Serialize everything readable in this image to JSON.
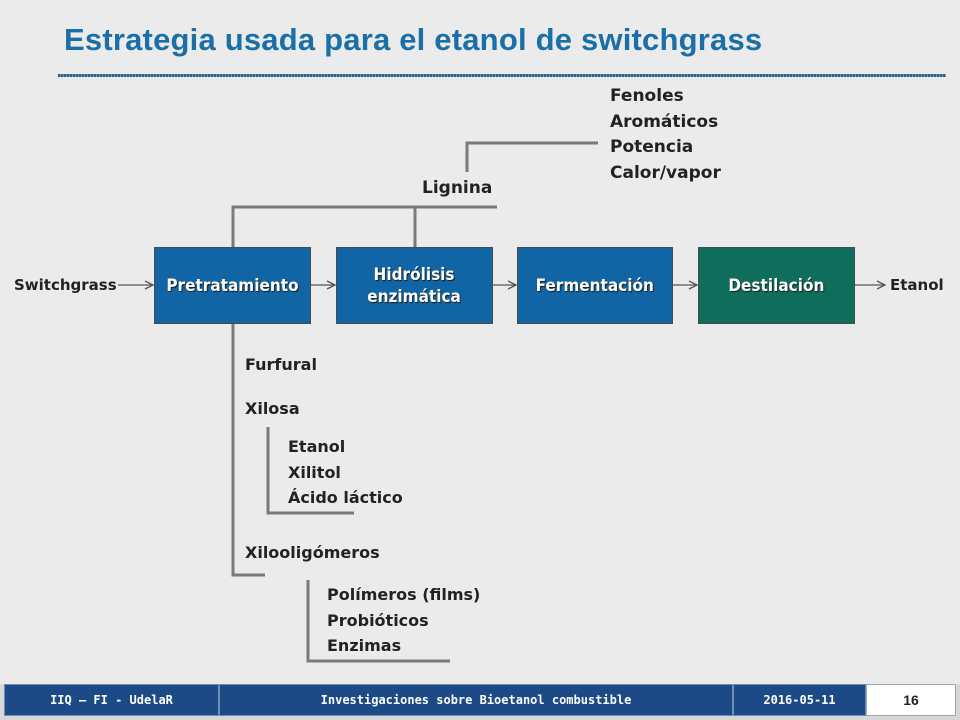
{
  "slide": {
    "title": "Estrategia usada para el etanol de switchgrass"
  },
  "process": {
    "input": "Switchgrass",
    "output": "Etanol",
    "steps": [
      {
        "line1": "Pretratamiento",
        "line2": ""
      },
      {
        "line1": "Hidrólisis",
        "line2": "enzimática"
      },
      {
        "line1": "Fermentación",
        "line2": ""
      },
      {
        "line1": "Destilación",
        "line2": ""
      }
    ]
  },
  "lignin": {
    "label": "Lignina",
    "products": [
      "Fenoles",
      "Aromáticos",
      "Potencia",
      "Calor/vapor"
    ]
  },
  "pretreatment_products": {
    "furfural": "Furfural",
    "xylose": "Xilosa",
    "xylose_products": [
      "Etanol",
      "Xilitol",
      "Ácido láctico"
    ],
    "xylooligomers": "Xilooligómeros",
    "xylooligomer_products": [
      "Polímeros (films)",
      "Probióticos",
      "Enzimas"
    ]
  },
  "footer": {
    "institution": "IIQ – FI - UdelaR",
    "subject": "Investigaciones sobre Bioetanol combustible",
    "date": "2016-05-11",
    "page": "16"
  },
  "colors": {
    "title": "#1b6fa8",
    "step_box": "#1165a4",
    "final_step_box": "#0f6d5c",
    "footer": "#1b4a86"
  }
}
